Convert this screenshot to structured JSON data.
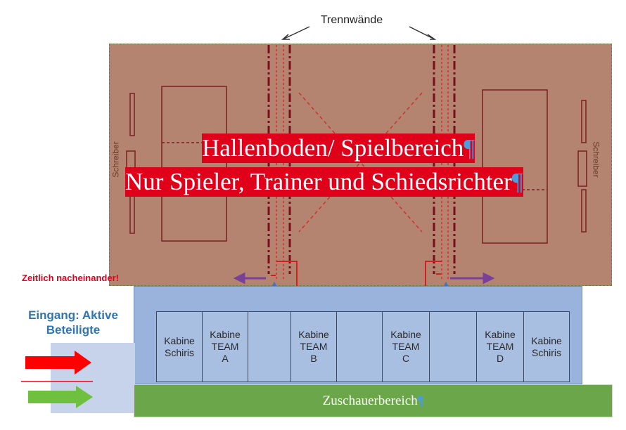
{
  "top_label": "Trennwände",
  "court": {
    "title_line1": "Hallenboden/ Spielbereich",
    "title_line2": "Nur Spieler, Trainer und Schiedsrichter",
    "scorer_left": "Schreiber",
    "scorer_right": "Schreiber"
  },
  "side": {
    "note": "Zeitlich nacheinander!",
    "entrance_label": "Eingang: Aktive Beteiligte"
  },
  "cabins": [
    {
      "line1": "Kabine",
      "line2": "Schiris",
      "line3": ""
    },
    {
      "line1": "Kabine",
      "line2": "TEAM",
      "line3": "A"
    },
    {
      "line1": "",
      "line2": "",
      "line3": ""
    },
    {
      "line1": "Kabine",
      "line2": "TEAM",
      "line3": "B"
    },
    {
      "line1": "",
      "line2": "",
      "line3": ""
    },
    {
      "line1": "Kabine",
      "line2": "TEAM",
      "line3": "C"
    },
    {
      "line1": "",
      "line2": "",
      "line3": ""
    },
    {
      "line1": "Kabine",
      "line2": "TEAM",
      "line3": "D"
    },
    {
      "line1": "Kabine",
      "line2": "Schiris",
      "line3": ""
    }
  ],
  "spectator_area": "Zuschauerbereich",
  "colors": {
    "court": "#b48470",
    "corridor": "#9ab3dc",
    "spectator": "#6ca64a",
    "title_bg": "#e0001a",
    "note_red": "#e0001a",
    "entrance_blue": "#2e75b6",
    "arrow_red": "#ff0000",
    "arrow_green": "#70c040",
    "arrow_purple": "#7a3f9a",
    "arrow_blue": "#4472c4"
  }
}
